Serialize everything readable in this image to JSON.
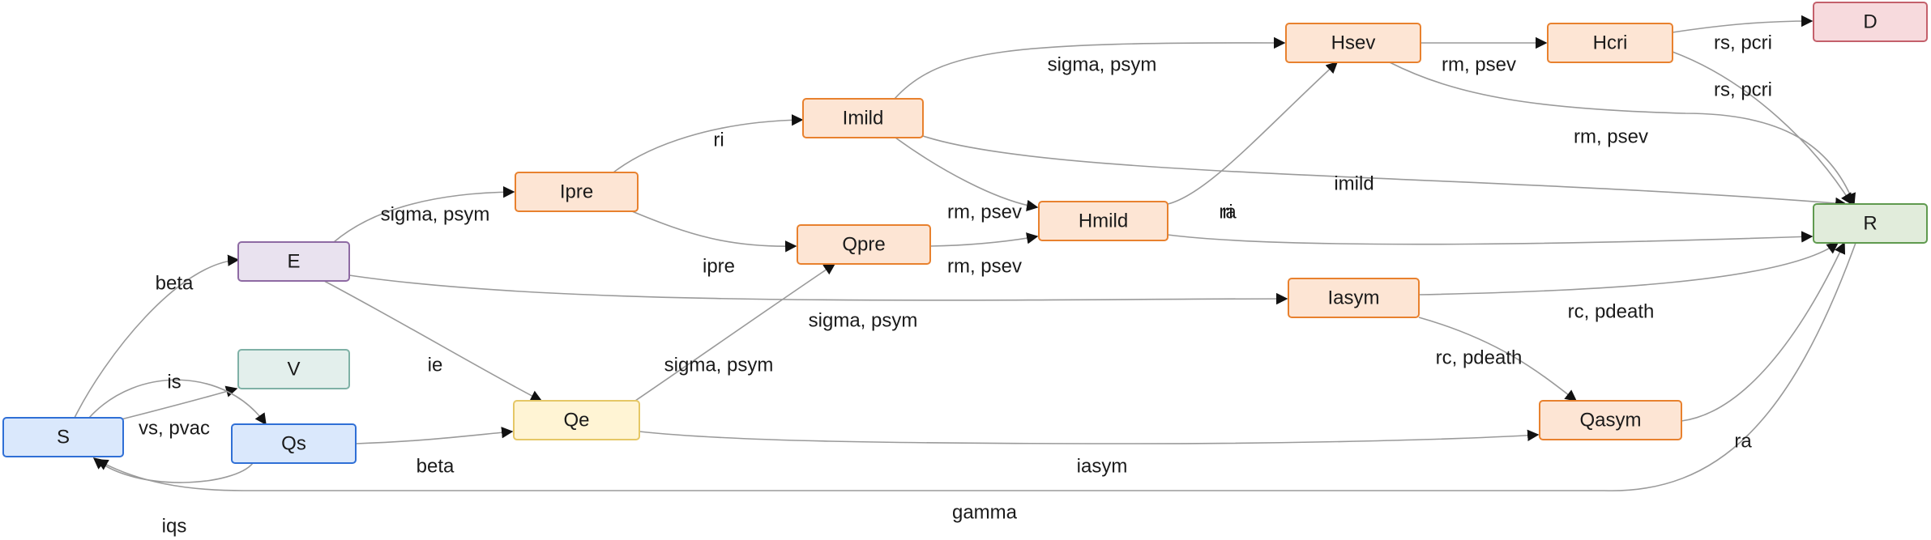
{
  "colors": {
    "blue": {
      "fill": "#dae8fc",
      "stroke": "#2f6fd6"
    },
    "purple": {
      "fill": "#e9e2ef",
      "stroke": "#8e6aa3"
    },
    "teal": {
      "fill": "#e3efec",
      "stroke": "#7fb1a6"
    },
    "orange": {
      "fill": "#fde5d4",
      "stroke": "#e8812e"
    },
    "yellow": {
      "fill": "#fff4d4",
      "stroke": "#e5c766"
    },
    "red": {
      "fill": "#f7dadd",
      "stroke": "#c4606b"
    },
    "green": {
      "fill": "#e1ecdb",
      "stroke": "#5f9a4f"
    },
    "edge": "#9a9a9a"
  },
  "nodes": [
    {
      "id": "S",
      "label": "S",
      "color": "blue"
    },
    {
      "id": "E",
      "label": "E",
      "color": "purple"
    },
    {
      "id": "V",
      "label": "V",
      "color": "teal"
    },
    {
      "id": "Qs",
      "label": "Qs",
      "color": "blue"
    },
    {
      "id": "Ipre",
      "label": "Ipre",
      "color": "orange"
    },
    {
      "id": "Qe",
      "label": "Qe",
      "color": "yellow"
    },
    {
      "id": "Imild",
      "label": "Imild",
      "color": "orange"
    },
    {
      "id": "Qpre",
      "label": "Qpre",
      "color": "orange"
    },
    {
      "id": "Hmild",
      "label": "Hmild",
      "color": "orange"
    },
    {
      "id": "Hsev",
      "label": "Hsev",
      "color": "orange"
    },
    {
      "id": "Iasym",
      "label": "Iasym",
      "color": "orange"
    },
    {
      "id": "Hcri",
      "label": "Hcri",
      "color": "orange"
    },
    {
      "id": "Qasym",
      "label": "Qasym",
      "color": "orange"
    },
    {
      "id": "D",
      "label": "D",
      "color": "red"
    },
    {
      "id": "R",
      "label": "R",
      "color": "green"
    }
  ],
  "edges": [
    {
      "from": "S",
      "to": "E",
      "label": "beta"
    },
    {
      "from": "S",
      "to": "V",
      "label": "vs, pvac"
    },
    {
      "from": "S",
      "to": "Qs",
      "label": "is"
    },
    {
      "from": "Qs",
      "to": "S",
      "label": "iqs"
    },
    {
      "from": "Qs",
      "to": "Qe",
      "label": "beta"
    },
    {
      "from": "R",
      "to": "S",
      "label": "gamma"
    },
    {
      "from": "E",
      "to": "Ipre",
      "label": "sigma, psym"
    },
    {
      "from": "E",
      "to": "Qe",
      "label": "ie"
    },
    {
      "from": "E",
      "to": "Iasym",
      "label": "sigma, psym"
    },
    {
      "from": "Ipre",
      "to": "Imild",
      "label": "ri"
    },
    {
      "from": "Ipre",
      "to": "Qpre",
      "label": "ipre"
    },
    {
      "from": "Qe",
      "to": "Qpre",
      "label": "sigma, psym"
    },
    {
      "from": "Qe",
      "to": "Qasym",
      "label": "sigma, psym"
    },
    {
      "from": "Imild",
      "to": "Hsev",
      "label": "rm, psev"
    },
    {
      "from": "Imild",
      "to": "Hmild",
      "label": "imild"
    },
    {
      "from": "Imild",
      "to": "R",
      "label": "rm, psev"
    },
    {
      "from": "Qpre",
      "to": "Hmild",
      "label": "ri"
    },
    {
      "from": "Hmild",
      "to": "Hsev",
      "label": "rm, psev"
    },
    {
      "from": "Hmild",
      "to": "R",
      "label": "rm, psev"
    },
    {
      "from": "Hsev",
      "to": "Hcri",
      "label": "rs, pcri"
    },
    {
      "from": "Hsev",
      "to": "R",
      "label": "rs, pcri"
    },
    {
      "from": "Hcri",
      "to": "D",
      "label": "rc, pdeath"
    },
    {
      "from": "Hcri",
      "to": "R",
      "label": "rc, pdeath"
    },
    {
      "from": "Iasym",
      "to": "R",
      "label": "ra"
    },
    {
      "from": "Iasym",
      "to": "Qasym",
      "label": "iasym"
    },
    {
      "from": "Qasym",
      "to": "R",
      "label": "ra"
    }
  ]
}
